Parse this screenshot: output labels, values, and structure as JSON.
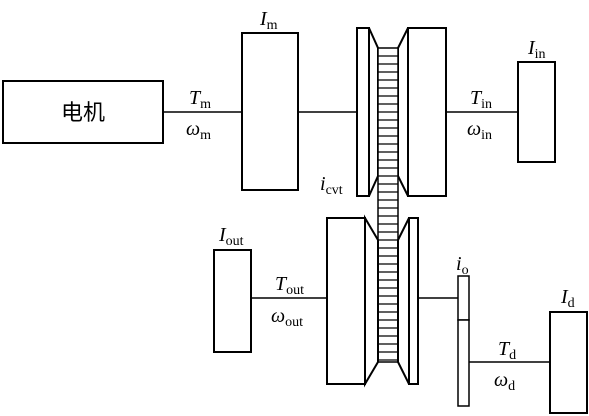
{
  "motor": {
    "label": "电机"
  },
  "motor_shaft": {
    "torque": "T",
    "torque_sub": "m",
    "speed": "ω",
    "speed_sub": "m"
  },
  "motor_inertia": {
    "symbol": "I",
    "sub": "m"
  },
  "input_inertia": {
    "symbol": "I",
    "sub": "in"
  },
  "input_shaft": {
    "torque": "T",
    "torque_sub": "in",
    "speed": "ω",
    "speed_sub": "in"
  },
  "cvt_ratio": {
    "symbol": "i",
    "sub": "cvt"
  },
  "output_inertia": {
    "symbol": "I",
    "sub": "out"
  },
  "output_shaft": {
    "torque": "T",
    "torque_sub": "out",
    "speed": "ω",
    "speed_sub": "out"
  },
  "final_drive_ratio": {
    "symbol": "i",
    "sub": "o"
  },
  "drive_inertia": {
    "symbol": "I",
    "sub": "d"
  },
  "drive_shaft": {
    "torque": "T",
    "torque_sub": "d",
    "speed": "ω",
    "speed_sub": "d"
  }
}
